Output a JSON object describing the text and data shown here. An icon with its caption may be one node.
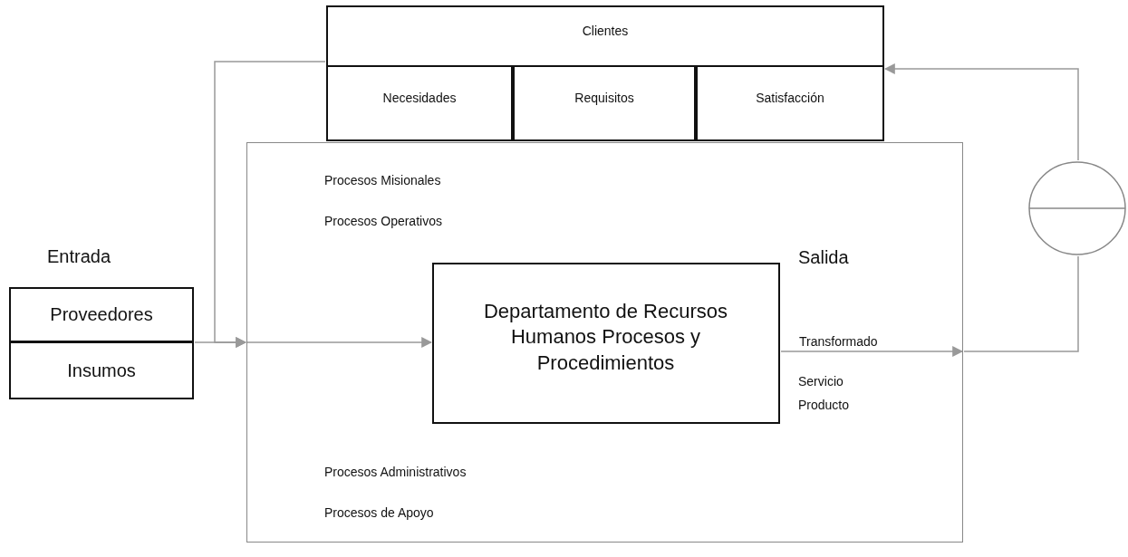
{
  "diagram": {
    "nodes": [
      {
        "text": [
          "Clientes"
        ]
      },
      {
        "text": [
          "Necesidades"
        ],
        "in": 0
      },
      {
        "text": [
          "Requisitos"
        ],
        "in": 0
      },
      {
        "text": [
          "Satisfacción"
        ],
        "in": 0
      },
      {
        "text": [
          "Entrada"
        ]
      },
      {
        "text": [
          "Proveedores"
        ],
        "in": 4
      },
      {
        "text": [
          "Insumos"
        ],
        "in": 4
      },
      {
        "text": [
          "Procesos Misionales",
          "Procesos Operativos",
          "Salida",
          "Servicio",
          "Producto",
          "Procesos Administrativos",
          "Procesos de Apoyo"
        ]
      },
      {
        "text": [
          "Departamento de Recursos Humanos Procesos y Procedimientos"
        ],
        "in": 7
      },
      {
        "text": [],
        "shape": "circle"
      }
    ],
    "edges": [
      {
        "from": 4,
        "to": 7,
        "arrow": "to"
      },
      {
        "from": 0,
        "to": 7,
        "arrow": "to"
      },
      {
        "from": 7,
        "to": 8,
        "arrow": "to"
      },
      {
        "from": 8,
        "to": 7,
        "arrow": "to",
        "label": "Transformado"
      },
      {
        "from": 7,
        "to": 9,
        "arrow": "none"
      },
      {
        "from": 9,
        "to": 0,
        "arrow": "to"
      }
    ]
  }
}
